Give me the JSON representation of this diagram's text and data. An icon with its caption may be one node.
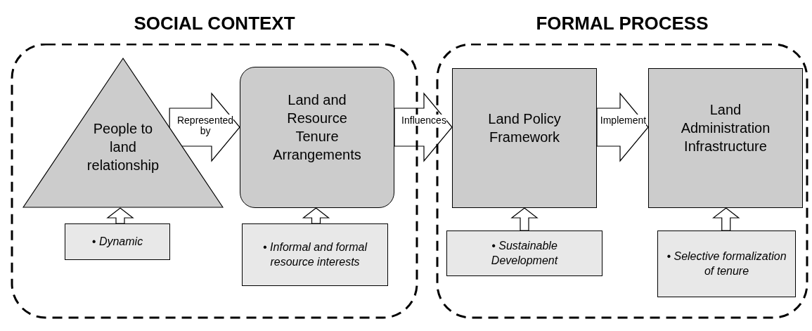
{
  "diagram": {
    "nodes": [
      {
        "text": [
          "SOCIAL CONTEXT"
        ]
      },
      {
        "text": [
          "FORMAL PROCESS"
        ]
      },
      {
        "text": [
          "People to land relationship"
        ],
        "in": 0
      },
      {
        "text": [
          "Land and Resource Tenure Arrangements"
        ],
        "in": 0
      },
      {
        "text": [
          "• Dynamic"
        ],
        "in": 0
      },
      {
        "text": [
          "• Informal and formal resource interests"
        ],
        "in": 0
      },
      {
        "text": [
          "Land Policy Framework"
        ],
        "in": 1
      },
      {
        "text": [
          "Land Administration Infrastructure"
        ],
        "in": 1
      },
      {
        "text": [
          "• Sustainable Development"
        ],
        "in": 1
      },
      {
        "text": [
          "• Selective formalization of tenure"
        ],
        "in": 1
      }
    ],
    "edges": [
      {
        "from": 2,
        "to": 3,
        "arrow": "to",
        "label": "Represented by"
      },
      {
        "from": 3,
        "to": 6,
        "arrow": "to",
        "label": "Influences"
      },
      {
        "from": 6,
        "to": 7,
        "arrow": "to",
        "label": "Implement"
      },
      {
        "from": 4,
        "to": 2,
        "arrow": "to"
      },
      {
        "from": 5,
        "to": 3,
        "arrow": "to"
      },
      {
        "from": 8,
        "to": 6,
        "arrow": "to"
      },
      {
        "from": 9,
        "to": 7,
        "arrow": "to"
      }
    ]
  }
}
